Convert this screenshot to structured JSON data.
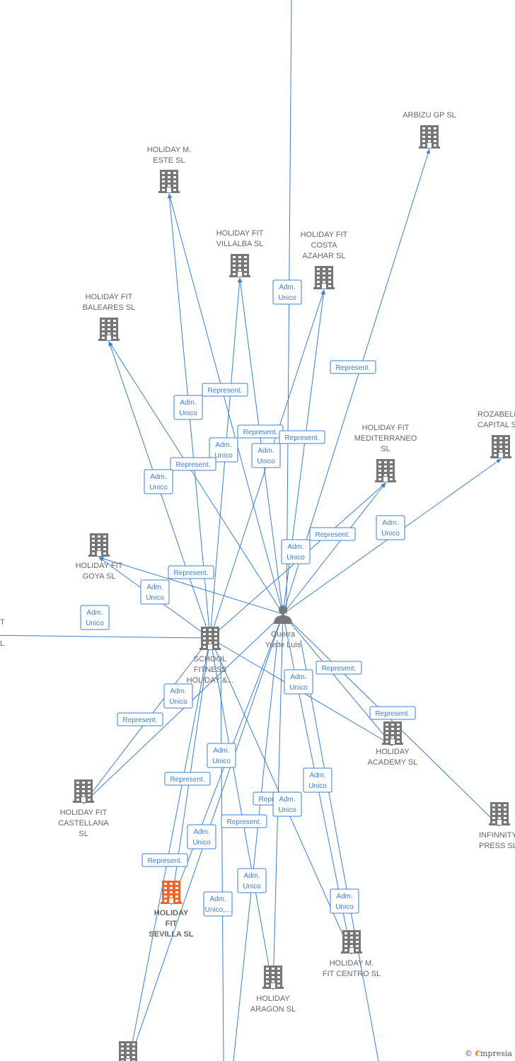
{
  "colors": {
    "edge": "#3a80d8",
    "building": "#777777",
    "building_highlight": "#f2642d",
    "person": "#777777"
  },
  "nodes": [
    {
      "id": "arbizu",
      "type": "company",
      "icon": "building-icon",
      "lines": [
        "ARBIZU GP SL"
      ]
    },
    {
      "id": "este",
      "type": "company",
      "icon": "building-icon",
      "lines": [
        "HOLIDAY M.",
        "ESTE  SL"
      ]
    },
    {
      "id": "villalba",
      "type": "company",
      "icon": "building-icon",
      "lines": [
        "HOLIDAY FIT",
        "VILLALBA  SL"
      ]
    },
    {
      "id": "azahar",
      "type": "company",
      "icon": "building-icon",
      "lines": [
        "HOLIDAY FIT",
        "COSTA",
        "AZAHAR  SL"
      ]
    },
    {
      "id": "baleares",
      "type": "company",
      "icon": "building-icon",
      "lines": [
        "HOLIDAY FIT",
        "BALEARES  SL"
      ]
    },
    {
      "id": "rozabell",
      "type": "company",
      "icon": "building-icon",
      "lines": [
        "ROZABELL",
        "CAPITAL S"
      ]
    },
    {
      "id": "mediterraneo",
      "type": "company",
      "icon": "building-icon",
      "lines": [
        "HOLIDAY FIT",
        "MEDITERRANEO",
        "SL"
      ]
    },
    {
      "id": "goya",
      "type": "company",
      "icon": "building-icon",
      "lines": [
        "HOLIDAY FIT",
        "GOYA  SL"
      ]
    },
    {
      "id": "left_cut",
      "type": "company",
      "icon": "building-icon",
      "lines": [
        "T",
        "",
        "L"
      ]
    },
    {
      "id": "school",
      "type": "company",
      "icon": "building-icon",
      "lines": [
        "SCHOOL",
        "FITNESS",
        "HOLIDAY &..."
      ]
    },
    {
      "id": "guerra",
      "type": "person",
      "icon": "person-icon",
      "lines": [
        "Guerra",
        "Yuste Luis"
      ]
    },
    {
      "id": "academy",
      "type": "company",
      "icon": "building-icon",
      "lines": [
        "HOLIDAY",
        "ACADEMY  SL"
      ]
    },
    {
      "id": "castellana",
      "type": "company",
      "icon": "building-icon",
      "lines": [
        "HOLIDAY FIT",
        "CASTELLANA",
        "SL"
      ]
    },
    {
      "id": "infinnity",
      "type": "company",
      "icon": "building-icon",
      "lines": [
        "INFINNITY",
        "PRESS SL"
      ]
    },
    {
      "id": "sevilla",
      "type": "company",
      "icon": "building-icon",
      "highlight": true,
      "lines": [
        "HOLIDAY",
        "FIT",
        "SEVILLA  SL"
      ]
    },
    {
      "id": "centro",
      "type": "company",
      "icon": "building-icon",
      "lines": [
        "HOLIDAY M.",
        "FIT CENTRO  SL"
      ]
    },
    {
      "id": "aragon",
      "type": "company",
      "icon": "building-icon",
      "lines": [
        "HOLIDAY",
        "ARAGON  SL"
      ]
    },
    {
      "id": "bottom_left",
      "type": "company",
      "icon": "building-icon",
      "lines": []
    }
  ],
  "edge_labels": [
    [
      "Adm.",
      "Unico"
    ],
    [
      "Represent."
    ],
    [
      "Represent."
    ],
    [
      "Adm.",
      "Unico"
    ],
    [
      "Represent."
    ],
    [
      "Adm.",
      "Unico"
    ],
    [
      "Represent."
    ],
    [
      "Adm.",
      "Unico"
    ],
    [
      "Represent."
    ],
    [
      "Adm.",
      "Unico"
    ],
    [
      "Adm.",
      "Unico"
    ],
    [
      "Represent."
    ],
    [
      "Adm.",
      "Unico"
    ],
    [
      "Represent."
    ],
    [
      "Adm.",
      "Unico"
    ],
    [
      "Adm.",
      "Unico"
    ],
    [
      "Represent."
    ],
    [
      "Adm.",
      "Unico"
    ],
    [
      "Represent."
    ],
    [
      "Adm.",
      "Unico"
    ],
    [
      "Represent."
    ],
    [
      "Adm.",
      "Unico"
    ],
    [
      "Represent."
    ],
    [
      "Adm.",
      "Unico"
    ],
    [
      "Represent."
    ],
    [
      "Adm.",
      "Unico"
    ],
    [
      "Represent."
    ],
    [
      "Adm.",
      "Unico"
    ],
    [
      "Represent."
    ],
    [
      "Adm.",
      "Unico"
    ],
    [
      "Adm.",
      "Unico,..."
    ],
    [
      "Adm.",
      "Unico"
    ]
  ],
  "brand": {
    "copyright": "©",
    "name_initial": "€",
    "name_rest": "mpresia"
  }
}
